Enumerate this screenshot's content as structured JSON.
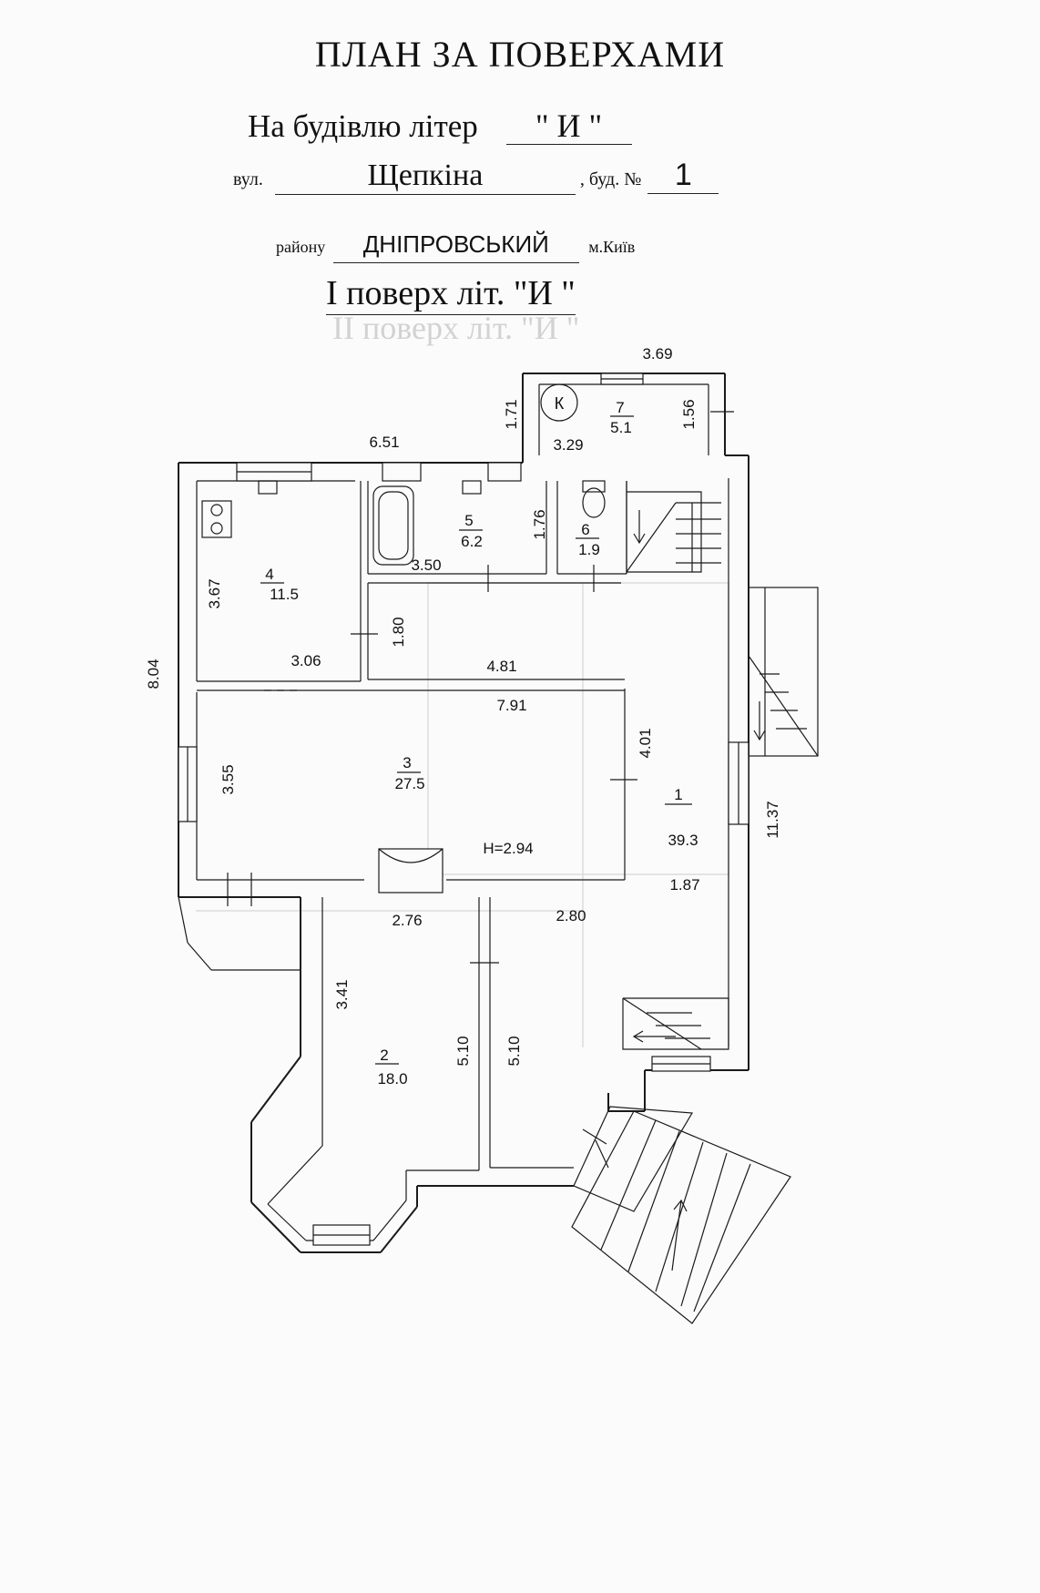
{
  "header": {
    "title": "ПЛАН ЗА ПОВЕРХАМИ",
    "building_prefix": "На будівлю літер",
    "building_letter": "\" И \"",
    "street_prefix": "вул.",
    "street": "Щепкіна",
    "house_prefix": ", буд. №",
    "house_number": "1",
    "district_prefix": "району",
    "district": "ДНІПРОВСЬКИЙ",
    "city": "м.Київ",
    "floor_title": "І поверх  літ. \"И \"",
    "bleed_through": "ІІ поверх  літ. \"И \""
  },
  "rooms": [
    {
      "number": "1",
      "area": "39.3"
    },
    {
      "number": "2",
      "area": "18.0"
    },
    {
      "number": "3",
      "area": "27.5"
    },
    {
      "number": "4",
      "area": "11.5"
    },
    {
      "number": "5",
      "area": "6.2"
    },
    {
      "number": "6",
      "area": "1.9"
    },
    {
      "number": "7",
      "area": "5.1"
    }
  ],
  "room3_height": "H=2.94",
  "vestibule_symbol": "К",
  "dimensions": [
    "3.69",
    "1.71",
    "1.56",
    "3.29",
    "6.51",
    "1.76",
    "3.50",
    "3.67",
    "8.04",
    "1.80",
    "3.06",
    "4.81",
    "7.91",
    "4.01",
    "3.55",
    "11.37",
    "1.87",
    "2.76",
    "2.80",
    "3.41",
    "5.10",
    "5.10"
  ]
}
